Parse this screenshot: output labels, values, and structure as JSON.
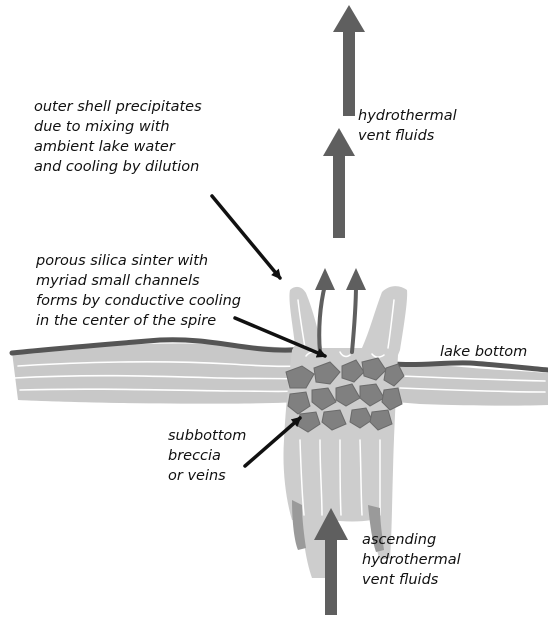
{
  "labels": {
    "hydrothermal_top_l1": "hydrothermal",
    "hydrothermal_top_l2": "vent fluids",
    "outer_shell_l1": "outer shell precipitates",
    "outer_shell_l2": "due to mixing with",
    "outer_shell_l3": "ambient lake water",
    "outer_shell_l4": "and cooling by dilution",
    "porous_l1": "porous silica sinter with",
    "porous_l2": "myriad small channels",
    "porous_l3": "forms by conductive cooling",
    "porous_l4": "in the center of the spire",
    "lake_bottom": "lake bottom",
    "subbottom_l1": "subbottom",
    "subbottom_l2": "breccia",
    "subbottom_l3": "or veins",
    "ascending_l1": "ascending",
    "ascending_l2": "hydrothermal",
    "ascending_l3": "vent fluids"
  },
  "colors": {
    "arrow_gray": "#5f5f5f",
    "spire_light": "#cdcdcd",
    "lake_floor": "#c8c8c8",
    "lake_surface": "#555555",
    "breccia": "#808080",
    "pointer": "#111111",
    "text": "#111111"
  }
}
